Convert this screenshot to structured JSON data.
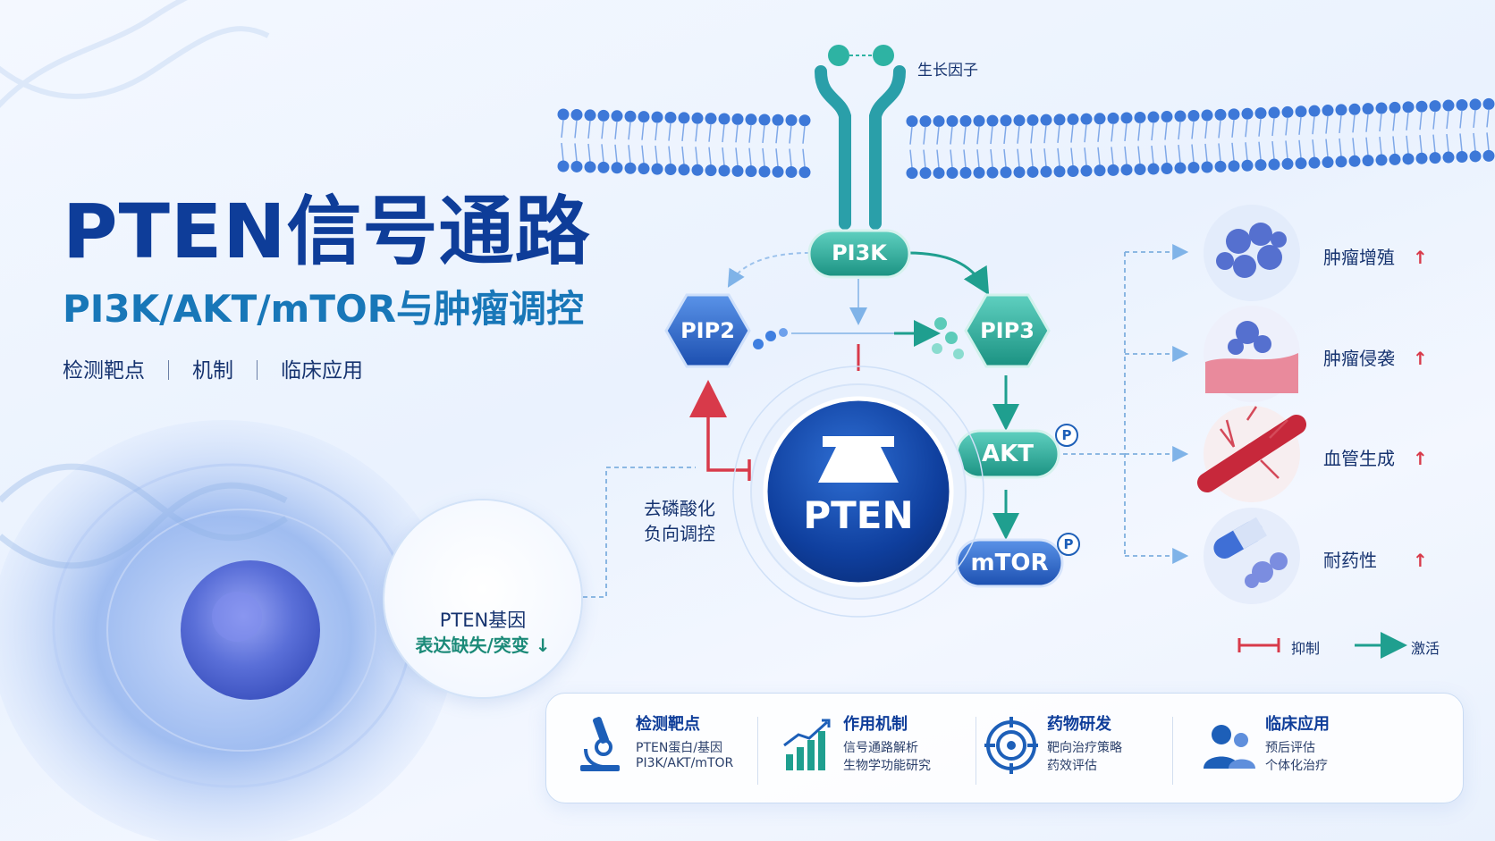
{
  "header": {
    "title": "PTEN信号通路",
    "subtitle": "PI3K/AKT/mTOR与肿瘤调控",
    "tags": [
      "检测靶点",
      "机制",
      "临床应用"
    ]
  },
  "pathway": {
    "growth_factor": "生长因子",
    "pi3k": "PI3K",
    "pip2": "PIP2",
    "pip3": "PIP3",
    "akt": "AKT",
    "mtor": "mTOR",
    "pten": "PTEN",
    "phospho": "P",
    "dephos_line1": "去磷酸化",
    "dephos_line2": "负向调控"
  },
  "gene": {
    "label": "PTEN基因",
    "status": "表达缺失/突变",
    "arrow": "↓"
  },
  "outcomes": [
    {
      "label": "肿瘤增殖",
      "arrow": "↑"
    },
    {
      "label": "肿瘤侵袭",
      "arrow": "↑"
    },
    {
      "label": "血管生成",
      "arrow": "↑"
    },
    {
      "label": "耐药性",
      "arrow": "↑"
    }
  ],
  "legend": {
    "inhibit": "抑制",
    "activate": "激活"
  },
  "cards": [
    {
      "title": "检测靶点",
      "lines": [
        "PTEN蛋白/基因",
        "PI3K/AKT/mTOR"
      ],
      "icon": "microscope-icon"
    },
    {
      "title": "作用机制",
      "lines": [
        "信号通路解析",
        "生物学功能研究"
      ],
      "icon": "bar-chart-icon"
    },
    {
      "title": "药物研发",
      "lines": [
        "靶向治疗策略",
        "药效评估"
      ],
      "icon": "target-icon"
    },
    {
      "title": "临床应用",
      "lines": [
        "预后评估",
        "个体化治疗"
      ],
      "icon": "people-icon"
    }
  ],
  "colors": {
    "navy": "#0e3d99",
    "teal": "#1f9f8f",
    "blue": "#1d5fb8",
    "red": "#d83a4a"
  }
}
